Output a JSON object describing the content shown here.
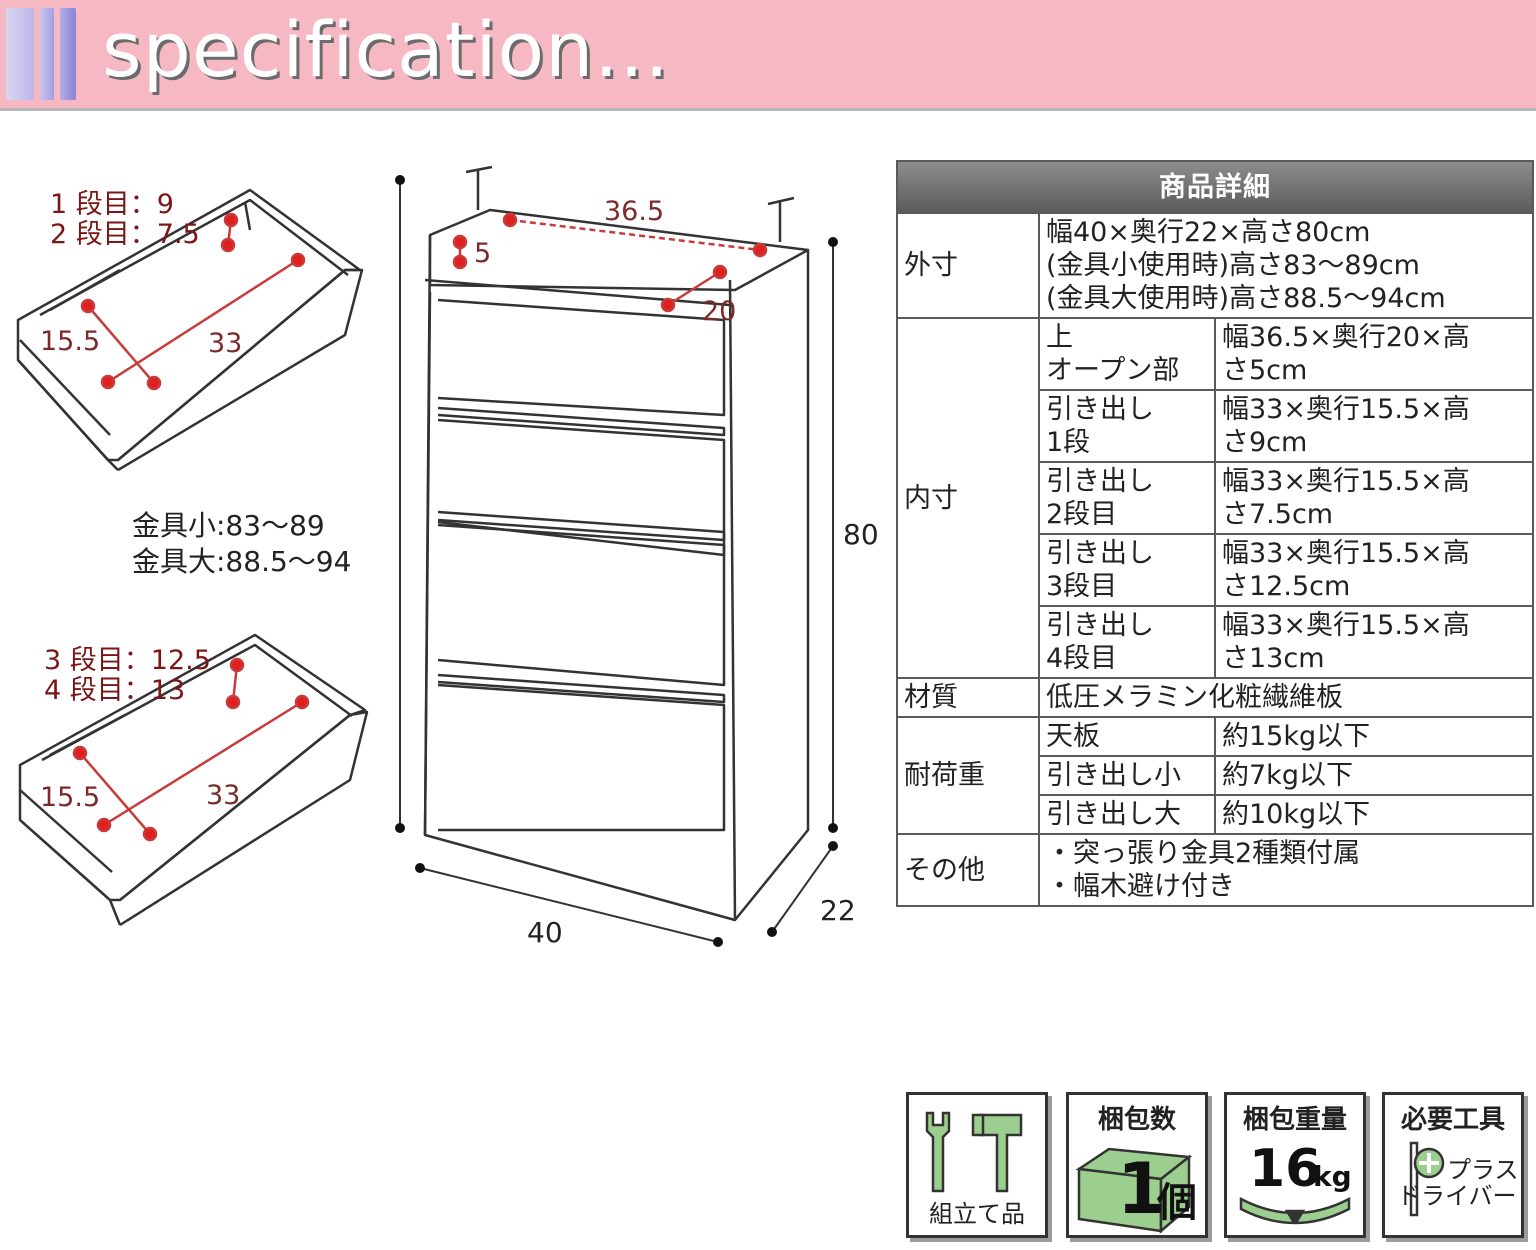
{
  "header": {
    "title": "specification..."
  },
  "drawing": {
    "drawer_top": {
      "row1": "1 段目：9",
      "row2": "2 段目：7.5",
      "depth": "15.5",
      "width": "33"
    },
    "drawer_bottom": {
      "row1": "3 段目：12.5",
      "row2": "4 段目：13",
      "depth": "15.5",
      "width": "33"
    },
    "fitting_small": "金具小:83～89",
    "fitting_large": "金具大:88.5～94",
    "cabinet": {
      "open_width": "36.5",
      "open_height": "5",
      "open_depth": "20",
      "height": "80",
      "width": "40",
      "depth": "22"
    }
  },
  "spec": {
    "header": "商品詳細",
    "outer_label": "外寸",
    "outer_lines": [
      "幅40×奥行22×高さ80cm",
      "(金具小使用時)高さ83～89cm",
      "(金具大使用時)高さ88.5～94cm"
    ],
    "inner_label": "内寸",
    "inner_rows": [
      {
        "name": [
          "上",
          "オープン部"
        ],
        "value": [
          "幅36.5×奥行20×高",
          "さ5cm"
        ]
      },
      {
        "name": [
          "引き出し",
          "1段"
        ],
        "value": [
          "幅33×奥行15.5×高",
          "さ9cm"
        ]
      },
      {
        "name": [
          "引き出し",
          "2段目"
        ],
        "value": [
          "幅33×奥行15.5×高",
          "さ7.5cm"
        ]
      },
      {
        "name": [
          "引き出し",
          "3段目"
        ],
        "value": [
          "幅33×奥行15.5×高",
          "さ12.5cm"
        ]
      },
      {
        "name": [
          "引き出し",
          "4段目"
        ],
        "value": [
          "幅33×奥行15.5×高",
          "さ13cm"
        ]
      }
    ],
    "material_label": "材質",
    "material_value": "低圧メラミン化粧繊維板",
    "load_label": "耐荷重",
    "load_rows": [
      {
        "name": "天板",
        "value": "約15kg以下"
      },
      {
        "name": "引き出し小",
        "value": "約7kg以下"
      },
      {
        "name": "引き出し大",
        "value": "約10kg以下"
      }
    ],
    "other_label": "その他",
    "other_lines": [
      "・突っ張り金具2種類付属",
      "・幅木避け付き"
    ]
  },
  "badges": {
    "assembly": {
      "label": "組立て品"
    },
    "packages": {
      "title": "梱包数",
      "number": "1",
      "unit": "個"
    },
    "weight": {
      "title": "梱包重量",
      "number": "16",
      "unit": "kg"
    },
    "tools": {
      "title": "必要工具",
      "line1": "プラス",
      "line2": "ドライバー"
    }
  }
}
